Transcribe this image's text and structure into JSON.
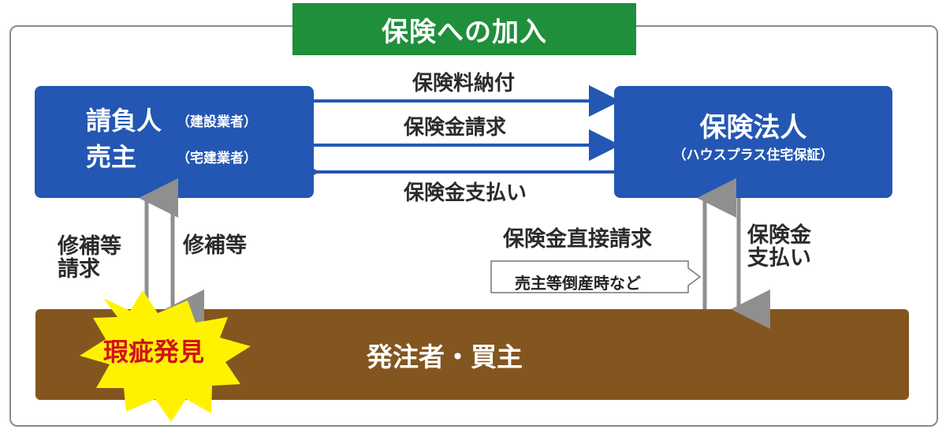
{
  "header": {
    "title": "保険への加入"
  },
  "left_box": {
    "main_line_1": "請負人",
    "sub_line_1": "（建設業者）",
    "main_line_2": "売主",
    "sub_line_2": "（宅建業者）"
  },
  "right_box": {
    "main": "保険法人",
    "sub": "（ハウスプラス住宅保証）"
  },
  "arrows": {
    "top": "保険料納付",
    "middle": "保険金請求",
    "bottom": "保険金支払い"
  },
  "side_labels": {
    "left_up": "修補等\n請求",
    "left_down": "修補等",
    "right_up": "保険金直接請求",
    "right_down": "保険金\n支払い"
  },
  "callout": {
    "text": "売主等倒産時など"
  },
  "bottom": {
    "label": "発注者・買主"
  },
  "burst": {
    "label": "瑕疵発見"
  },
  "colors": {
    "title_green": "#1f8f3b",
    "box_blue": "#2357b3",
    "bottom_brown": "#83561f",
    "burst_yellow": "#fff200",
    "burst_text": "#d2121b",
    "gray_arrow": "#8f8f8f"
  }
}
